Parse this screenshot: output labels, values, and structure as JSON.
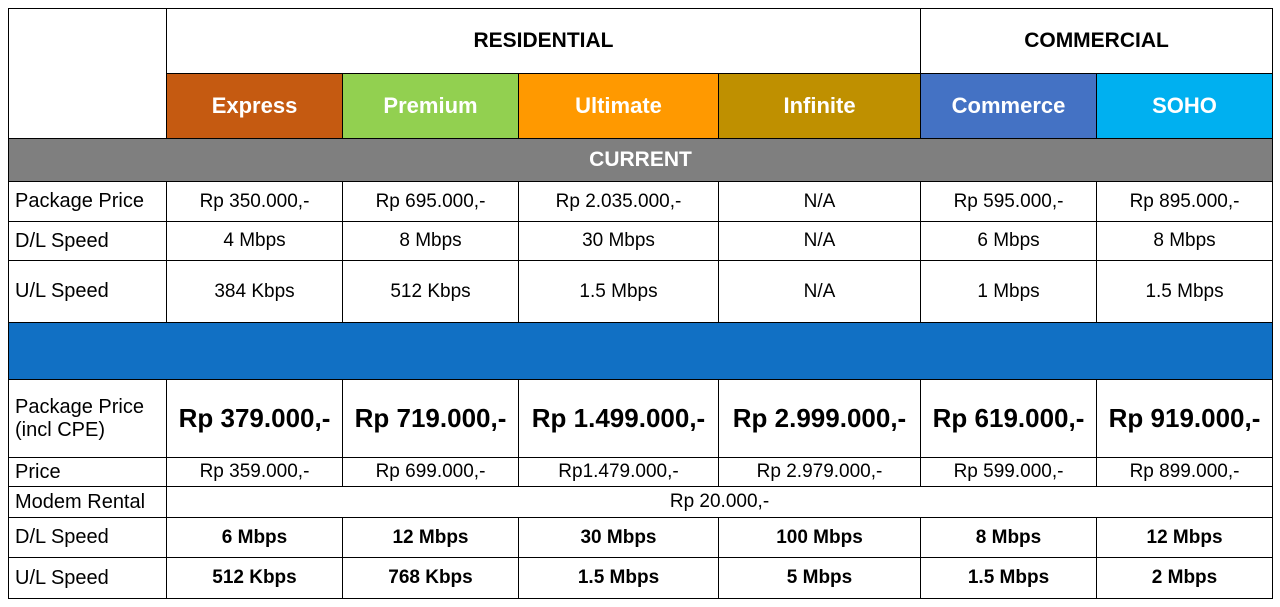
{
  "header": {
    "residential": "RESIDENTIAL",
    "commercial": "COMMERCIAL"
  },
  "packages": [
    {
      "name": "Express",
      "color": "#c55a11"
    },
    {
      "name": "Premium",
      "color": "#92d050"
    },
    {
      "name": "Ultimate",
      "color": "#ff9900"
    },
    {
      "name": "Infinite",
      "color": "#bf9000"
    },
    {
      "name": "Commerce",
      "color": "#4472c4"
    },
    {
      "name": "SOHO",
      "color": "#00b0f0"
    }
  ],
  "current": {
    "title": "CURRENT",
    "rows": [
      {
        "label": "Package Price",
        "values": [
          "Rp 350.000,-",
          "Rp 695.000,-",
          "Rp 2.035.000,-",
          "N/A",
          "Rp 595.000,-",
          "Rp 895.000,-"
        ]
      },
      {
        "label": "D/L Speed",
        "values": [
          "4 Mbps",
          "8 Mbps",
          "30 Mbps",
          "N/A",
          "6 Mbps",
          "8 Mbps"
        ]
      },
      {
        "label": "U/L Speed",
        "values": [
          "384 Kbps",
          "512 Kbps",
          "1.5 Mbps",
          "N/A",
          "1 Mbps",
          "1.5 Mbps"
        ]
      }
    ]
  },
  "new": {
    "package_price": {
      "label": "Package Price (incl CPE)",
      "values": [
        "Rp 379.000,-",
        "Rp 719.000,-",
        "Rp 1.499.000,-",
        "Rp 2.999.000,-",
        "Rp 619.000,-",
        "Rp 919.000,-"
      ]
    },
    "price": {
      "label": "Price",
      "values": [
        "Rp 359.000,-",
        "Rp 699.000,-",
        "Rp1.479.000,-",
        "Rp 2.979.000,-",
        "Rp 599.000,-",
        "Rp 899.000,-"
      ]
    },
    "modem_rental": {
      "label": "Modem Rental",
      "value": "Rp 20.000,-"
    },
    "dl_speed": {
      "label": "D/L Speed",
      "values": [
        "6 Mbps",
        "12 Mbps",
        "30 Mbps",
        "100 Mbps",
        "8 Mbps",
        "12 Mbps"
      ]
    },
    "ul_speed": {
      "label": "U/L Speed",
      "values": [
        "512 Kbps",
        "768 Kbps",
        "1.5 Mbps",
        "5 Mbps",
        "1.5 Mbps",
        "2 Mbps"
      ]
    }
  }
}
